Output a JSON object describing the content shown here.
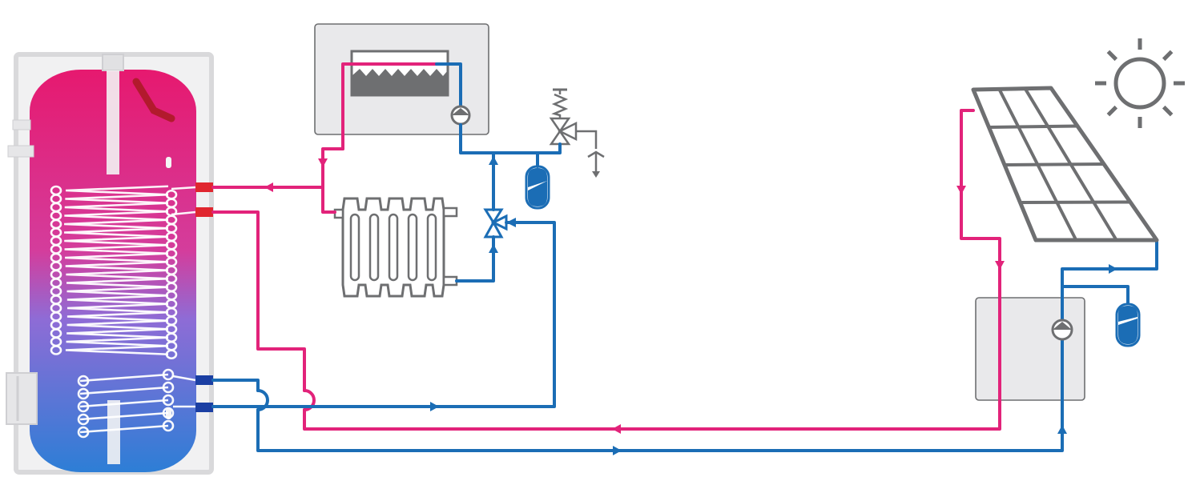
{
  "colors": {
    "hot": "#e2237a",
    "cold": "#1b6db5",
    "tank_top": "#e6196f",
    "tank_bottom": "#2d7ed6",
    "outline_gray": "#6e6f71",
    "box_gray": "#e8e8ea"
  },
  "components": {
    "storage_tank": {
      "kind": "hot-water-cylinder",
      "heat_exchangers": 2
    },
    "boiler": {
      "kind": "boiler-with-burner",
      "has_pump": true
    },
    "radiator": {
      "kind": "radiator",
      "fins": 5
    },
    "mixing_valve": {
      "kind": "three-way-valve"
    },
    "safety_valve": {
      "kind": "pressure-relief-valve"
    },
    "expansion_vessel_heating": {
      "kind": "expansion-vessel"
    },
    "solar_collector": {
      "kind": "flat-plate-collector",
      "rows": 4,
      "cols": 3
    },
    "solar_station": {
      "kind": "pump-station",
      "has_pump": true
    },
    "expansion_vessel_solar": {
      "kind": "expansion-vessel"
    },
    "sun": {
      "kind": "sun-icon",
      "rays": 8
    }
  }
}
